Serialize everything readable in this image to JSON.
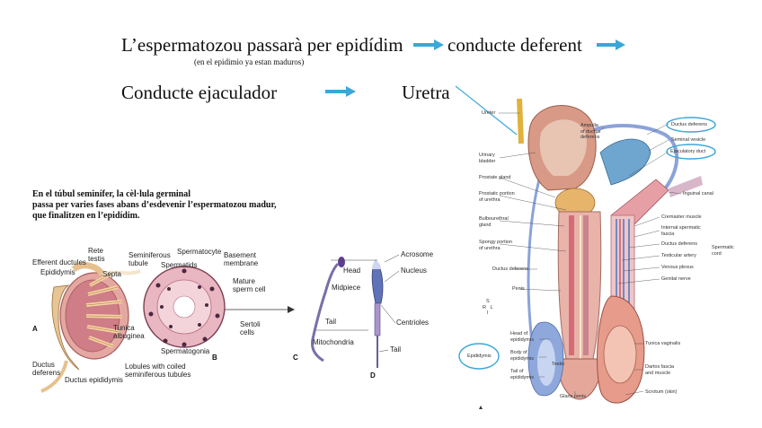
{
  "headline": {
    "part1": "L’espermatozou passarà per epidídim",
    "part2": "conducte deferent",
    "note": "(en el epidimio ya estan maduros)",
    "part3": "Conducte ejaculador",
    "part4": "Uretra"
  },
  "description": "En el túbul seminífer, la cèl·lula germinal\npassa per varies fases abans d’esdevenir l’espermatozou madur,\nque finalitzen en l’epidídim.",
  "colors": {
    "arrow": "#3aa7d8",
    "highlight_circle": "#3aa7d8"
  },
  "testis_figure": {
    "panel_letters": [
      "A",
      "B",
      "C",
      "D"
    ],
    "labels": {
      "efferent_ductules": "Efferent ductules",
      "epididymis": "Epididymis",
      "rete_testis": "Rete\ntestis",
      "septa": "Septa",
      "seminiferous_tubule": "Seminiferous\ntubule",
      "tunica_albuginea": "Tunica\nalbuginea",
      "lobules": "Lobules with coiled\nseminiferous tubules",
      "ductus_deferens": "Ductus\ndeferens",
      "ductus_epididymis": "Ductus epididymis",
      "spermatocyte": "Spermatocyte",
      "spermatids": "Spermatids",
      "basement_membrane": "Basement\nmembrane",
      "mature_sperm": "Mature\nsperm cell",
      "sertoli_cells": "Sertoli\ncells",
      "spermatogonia": "Spermatogonia",
      "head": "Head",
      "midpiece": "Midpiece",
      "tail": "Tail",
      "mitochondria": "Mitochondria",
      "acrosome": "Acrosome",
      "nucleus": "Nucleus",
      "centrioles": "Centrioles",
      "tail_d": "Tail"
    }
  },
  "male_anatomy": {
    "labels": {
      "ureter": "Ureter",
      "ampulla": "Ampulla\nof ductus\ndeferens",
      "urinary_bladder": "Urinary\nbladder",
      "prostate_gland": "Prostate gland",
      "prostatic_urethra": "Prostatic portion\nof urethra",
      "bulbourethral": "Bulbourethral\ngland",
      "spongy_urethra": "Spongy portion\nof urethra",
      "ductus_deferens_left": "Ductus deferens",
      "penis": "Penis",
      "head_epididymis": "Head of\nepididymis",
      "body_epididymis": "Body of\nepididymis",
      "tail_epididymis": "Tail of\nepididymis",
      "epididymis": "Epididymis",
      "testis": "Testis",
      "glans_penis": "Glans penis",
      "ductus_deferens_top": "Ductus deferens",
      "seminal_vesicle": "Seminal vesicle",
      "ejaculatory_duct": "Ejaculatory duct",
      "inguinal_canal": "Inguinal canal",
      "cremaster": "Cremaster muscle",
      "internal_fascia": "Internal spermatic\nfascia",
      "ductus_deferens_right": "Ductus deferens",
      "testicular_artery": "Testicular artery",
      "venous_plexus": "Venous plexus",
      "genital_nerve": "Genital nerve",
      "spermatic_cord": "Spermatic\ncord",
      "tunica_vaginalis": "Tunica vaginalis",
      "dartos": "Dartos fascia\nand muscle",
      "scrotum": "Scrotum (skin)",
      "compass": "S\nR   L\nI",
      "panel_letter": "A"
    }
  }
}
